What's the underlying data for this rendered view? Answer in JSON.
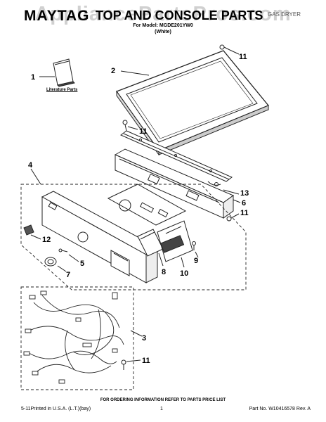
{
  "header": {
    "brand": "MAYTAG",
    "title": "TOP AND CONSOLE PARTS",
    "model_line": "For Model: MGDE201YW0",
    "color_line": "(White)",
    "product_type": "GAS DRYER"
  },
  "watermark": "AppliancePartsPros.com",
  "literature_label": "Literature Parts",
  "callouts": {
    "c1": "1",
    "c2": "2",
    "c3": "3",
    "c4": "4",
    "c5": "5",
    "c6": "6",
    "c7": "7",
    "c8": "8",
    "c9": "9",
    "c10": "10",
    "c11a": "11",
    "c11b": "11",
    "c11c": "11",
    "c11d": "11",
    "c12": "12",
    "c13": "13"
  },
  "footer": {
    "order_note": "FOR ORDERING INFORMATION REFER TO PARTS PRICE LIST",
    "printed": "5-11Printed in U.S.A. (L.T.)(bay)",
    "page": "1",
    "part_no": "Part No. W10416578 Rev. A"
  }
}
